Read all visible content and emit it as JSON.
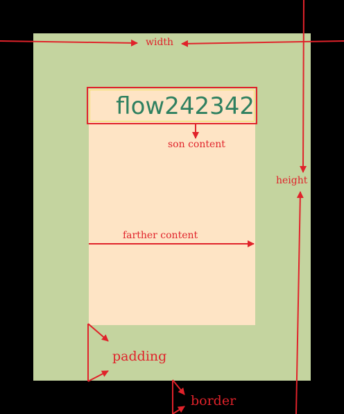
{
  "labels": {
    "width": "width",
    "height": "height",
    "son_content": "son content",
    "farther_content": "farther content",
    "padding": "padding",
    "border": "border"
  },
  "son": {
    "text": "flow242342"
  },
  "colors": {
    "background": "#000000",
    "padding_area": "#c4d49f",
    "content_area": "#fee4c5",
    "annotation": "#e0222a",
    "son_text": "#2f8060"
  }
}
